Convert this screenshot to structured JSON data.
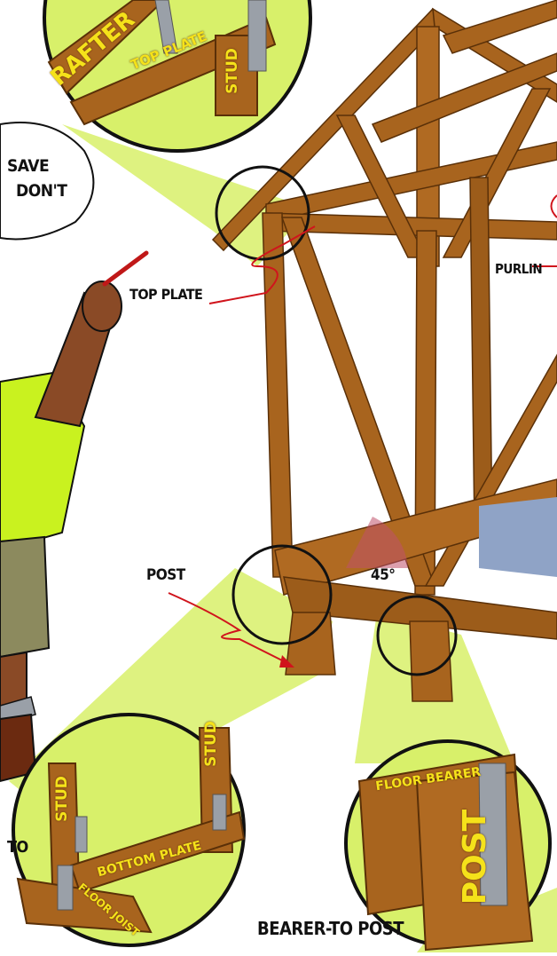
{
  "speech": {
    "line1": "SAVE",
    "line2": "DON'T"
  },
  "labels": {
    "top_plate": "TOP PLATE",
    "purlin": "PURLIN",
    "post": "POST",
    "angle": "45°",
    "bearer_to_post": "BEARER-TO POST",
    "to": "TO"
  },
  "inset_top": {
    "rafter": "RAFTER",
    "top_plate": "TOP PLATE",
    "stud": "STUD"
  },
  "inset_left": {
    "stud_left": "STUD",
    "stud_right": "STUD",
    "bottom_plate": "BOTTOM PLATE",
    "floor_joist": "FLOOR JOIST"
  },
  "inset_right": {
    "floor_bearer": "FLOOR BEARER",
    "post": "POST"
  },
  "colors": {
    "wood": "#a8641e",
    "wood_dark": "#6b3a0e",
    "highlight": "#d8f06a",
    "shirt": "#c9f21f",
    "skin": "#8a4a26",
    "leader_red": "#d0141c",
    "metal": "#9aa0a8"
  }
}
